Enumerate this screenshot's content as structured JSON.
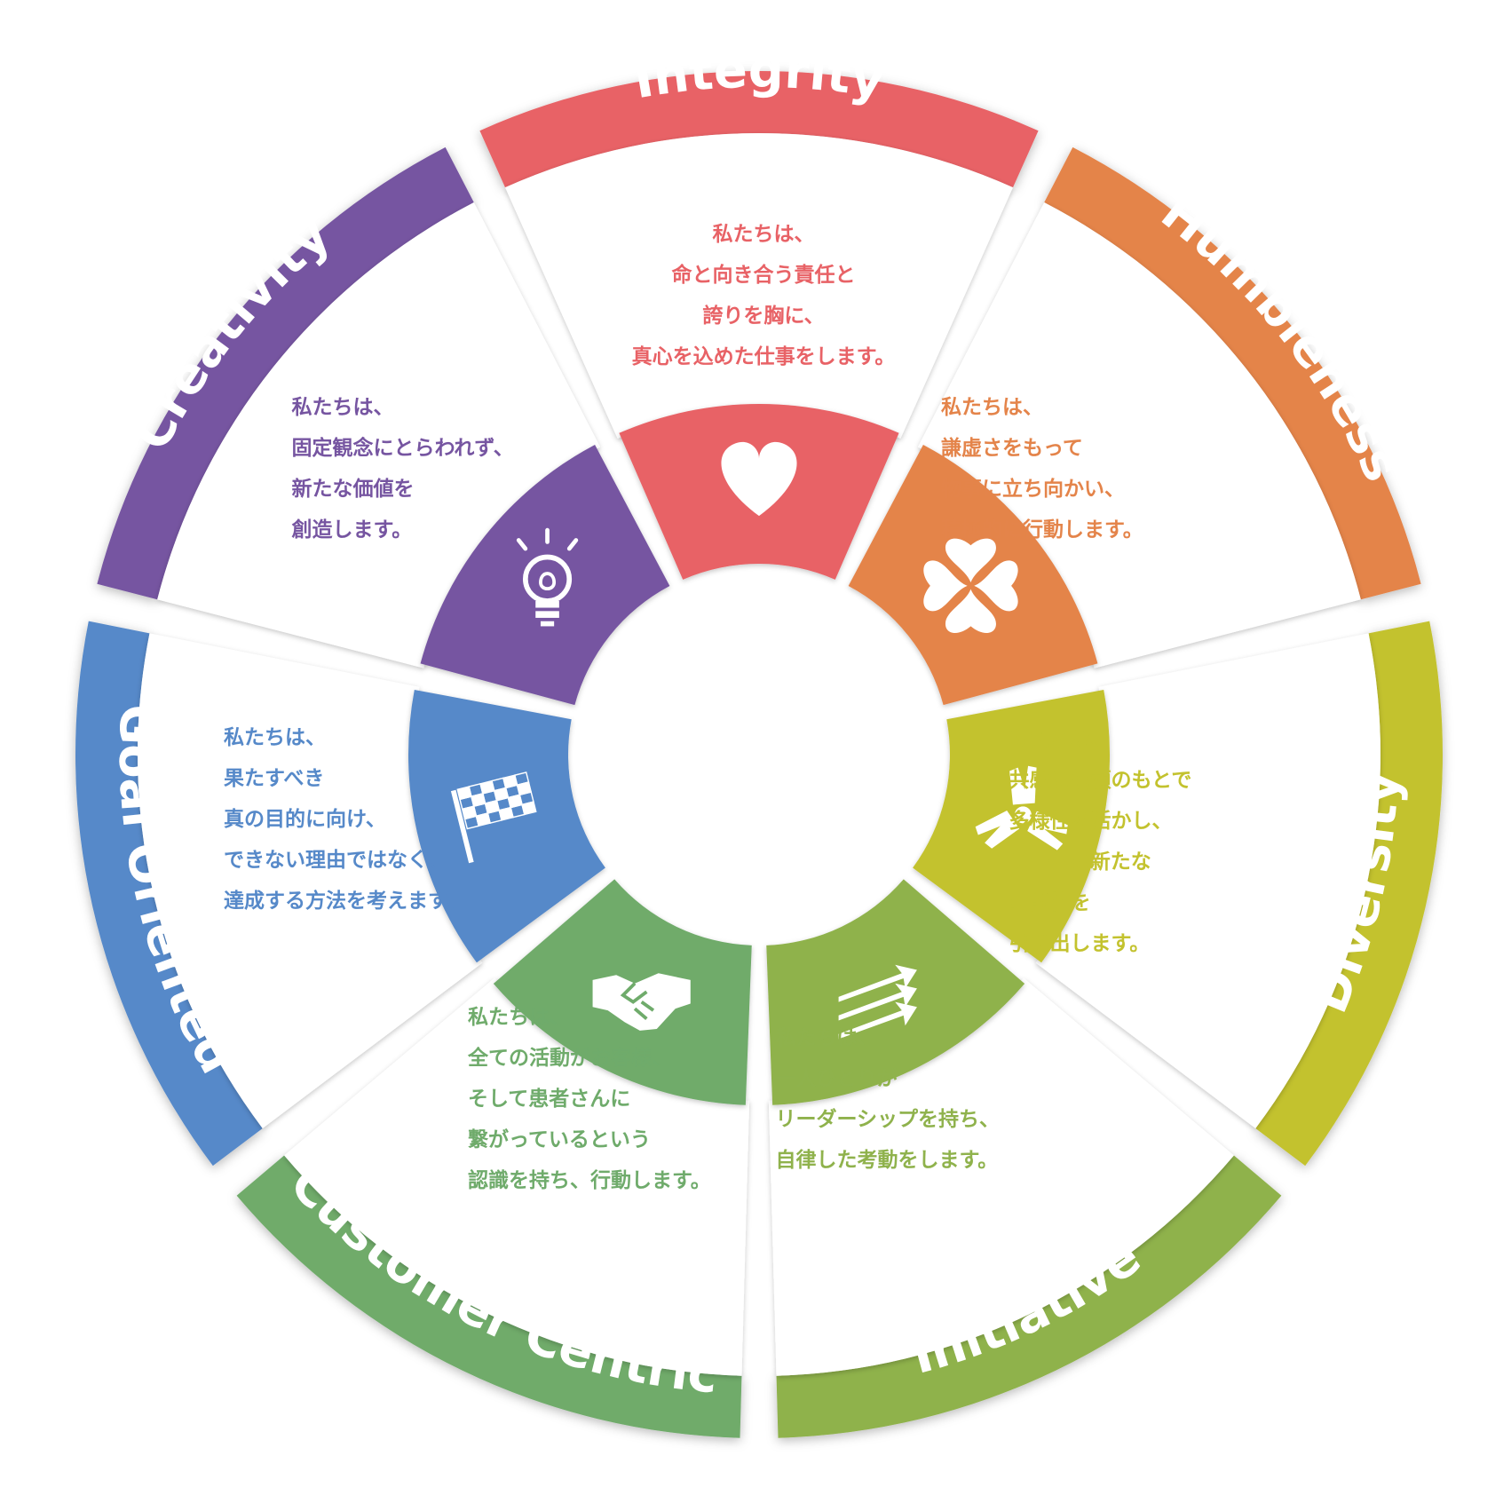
{
  "segments": [
    {
      "key": "integrity",
      "label": "Integrity",
      "color": "#E86266",
      "icon": "heart-icon",
      "lines": [
        "私たちは、",
        "命と向き合う責任と",
        "誇りを胸に、",
        "真心を込めた仕事をします。"
      ]
    },
    {
      "key": "humbleness",
      "label": "Humbleness",
      "color": "#E4844A",
      "icon": "clover-icon",
      "lines": [
        "私たちは、",
        "謙虚さをもって",
        "物事に立ち向かい、",
        "積極的に行動します。"
      ]
    },
    {
      "key": "diversity",
      "label": "Diversity",
      "color": "#C3C22E",
      "icon": "joined-hands-icon",
      "lines": [
        "私たちは、",
        "共感と信頼のもとで",
        "多様性を活かし、",
        "チームの新たな",
        "可能性を",
        "引き出します。"
      ]
    },
    {
      "key": "initiative",
      "label": "Initiative",
      "color": "#8FB24C",
      "icon": "arrows-icon",
      "lines": [
        "私たちは、",
        "一人ひとりが",
        "リーダーシップを持ち、",
        "自律した考動をします。"
      ]
    },
    {
      "key": "customer-centric",
      "label": "Customer Centric",
      "color": "#6FAB6B",
      "icon": "handshake-icon",
      "lines": [
        "私たちは、",
        "全ての活動がお客様、",
        "そして患者さんに",
        "繋がっているという",
        "認識を持ち、行動します。"
      ]
    },
    {
      "key": "goal-oriented",
      "label": "Goal Oriented",
      "color": "#5689C9",
      "icon": "checkered-flag-icon",
      "lines": [
        "私たちは、",
        "果たすべき",
        "真の目的に向け、",
        "できない理由ではなく、",
        "達成する方法を考えます。"
      ]
    },
    {
      "key": "creativity",
      "label": "Creativity",
      "color": "#7655A1",
      "icon": "lightbulb-icon",
      "lines": [
        "私たちは、",
        "固定観念にとらわれず、",
        "新たな価値を",
        "創造します。"
      ]
    }
  ]
}
